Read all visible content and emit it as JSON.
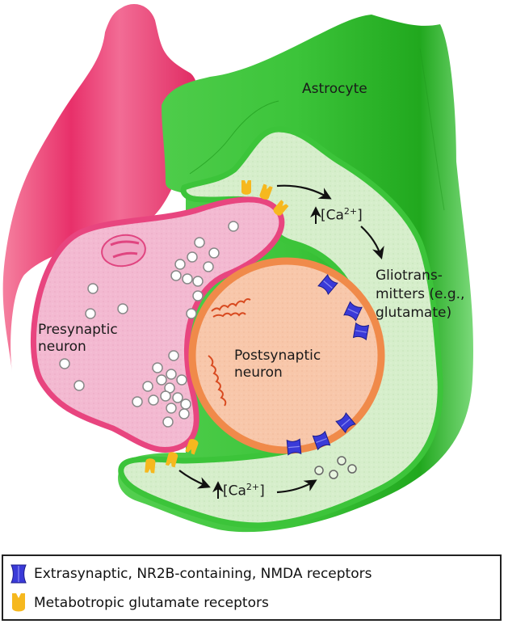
{
  "labels": {
    "astrocyte": "Astrocyte",
    "presynaptic": "Presynaptic\nneuron",
    "postsynaptic": "Postsynaptic\nneuron",
    "gliotransmitters": "Gliotrans-\nmitters (e.g.,\nglutamate)",
    "calcium_top": {
      "prefix": "[Ca",
      "superscript": "2+",
      "suffix": "]"
    },
    "calcium_bottom": {
      "prefix": "[Ca",
      "superscript": "2+",
      "suffix": "]"
    }
  },
  "legend": {
    "items": [
      {
        "icon": "nmda-receptor-icon",
        "label": "Extrasynaptic, NR2B-containing, NMDA receptors",
        "color": "#3a3ad8"
      },
      {
        "icon": "mglur-receptor-icon",
        "label": "Metabotropic glutamate receptors",
        "color": "#f6b81e"
      }
    ]
  },
  "colors": {
    "astrocyte": "#3cc43a",
    "astrocyte_dark": "#1fa51d",
    "astrocyte_interior": "#d3ecc8",
    "presynaptic_fill": "#f2b6cf",
    "presynaptic_border": "#e8457f",
    "presynaptic_axon": "#e8306a",
    "postsynaptic_fill": "#f7c4a6",
    "postsynaptic_border": "#f08a4a",
    "nmda": "#3a3ad8",
    "mglur": "#f6b81e"
  }
}
